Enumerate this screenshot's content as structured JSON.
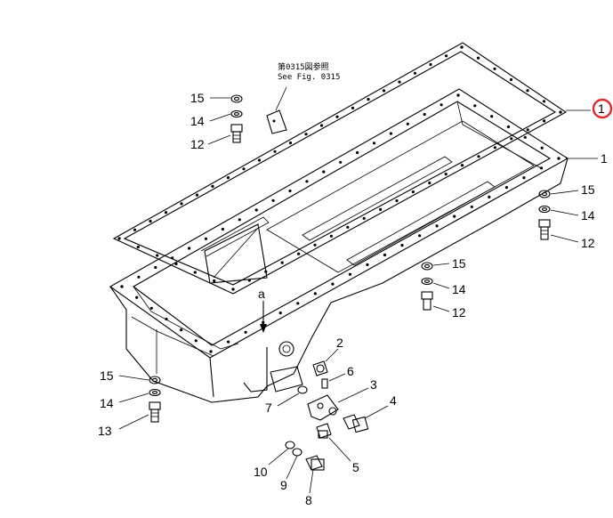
{
  "note": {
    "line1": "第0315図参照",
    "line2": "See Fig. 0315"
  },
  "callout": {
    "highlighted_part": "1",
    "ring_color": "#e0282e"
  },
  "callouts": {
    "c1_gasket": "1",
    "c1_pan": "1",
    "c2": "2",
    "c3": "3",
    "c4": "4",
    "c5": "5",
    "c6": "6",
    "c7": "7",
    "c8": "8",
    "c9": "9",
    "c10": "10",
    "c12_top": "12",
    "c14_top": "14",
    "c15_top": "15",
    "c12_right": "12",
    "c14_right": "14",
    "c15_right": "15",
    "c12_mid": "12",
    "c14_mid": "14",
    "c15_mid": "15",
    "c13_left": "13",
    "c14_left": "14",
    "c15_left": "15",
    "detail_a": "a"
  }
}
